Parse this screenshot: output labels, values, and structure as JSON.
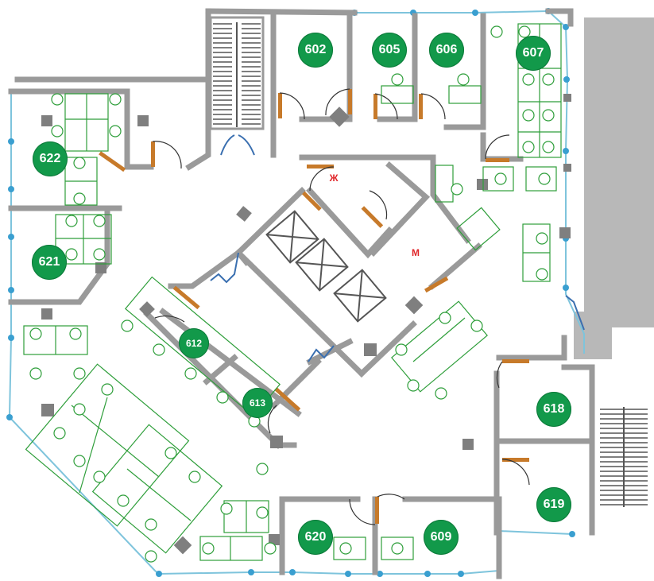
{
  "rooms": [
    {
      "id": "602",
      "label": "602"
    },
    {
      "id": "605",
      "label": "605"
    },
    {
      "id": "606",
      "label": "606"
    },
    {
      "id": "607",
      "label": "607"
    },
    {
      "id": "622",
      "label": "622"
    },
    {
      "id": "621",
      "label": "621"
    },
    {
      "id": "612",
      "label": "612"
    },
    {
      "id": "613",
      "label": "613"
    },
    {
      "id": "618",
      "label": "618"
    },
    {
      "id": "619",
      "label": "619"
    },
    {
      "id": "620",
      "label": "620"
    },
    {
      "id": "609",
      "label": "609"
    }
  ],
  "restrooms": {
    "women": "Ж",
    "men": "М"
  },
  "colors": {
    "wall": "#9a9a9a",
    "wall_dark": "#7f7f7f",
    "window_line": "#7ec4dc",
    "window_node": "#3a9fd0",
    "furniture": "#2e9e3a",
    "room_badge": "#12994a",
    "door": "#c77a2a",
    "restroom_text": "#e0262a",
    "external": "#b8b8b8"
  }
}
